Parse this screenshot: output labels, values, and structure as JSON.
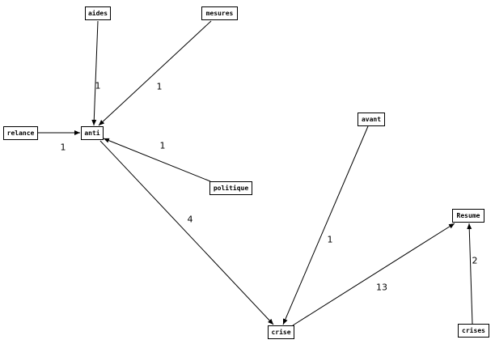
{
  "colors": {
    "stroke": "#000000",
    "background": "#ffffff"
  },
  "nodes": {
    "aides": "aides",
    "mesures": "mesures",
    "relance": "relance",
    "anti": "anti",
    "avant": "avant",
    "politique": "politique",
    "resume": "Resume",
    "crise": "crise",
    "crises": "crises"
  },
  "edges": [
    {
      "from": "aides",
      "to": "anti",
      "weight": "1"
    },
    {
      "from": "mesures",
      "to": "anti",
      "weight": "1"
    },
    {
      "from": "relance",
      "to": "anti",
      "weight": "1"
    },
    {
      "from": "politique",
      "to": "anti",
      "weight": "1"
    },
    {
      "from": "anti",
      "to": "crise",
      "weight": "4"
    },
    {
      "from": "avant",
      "to": "crise",
      "weight": "1"
    },
    {
      "from": "crise",
      "to": "resume",
      "weight": "13"
    },
    {
      "from": "crises",
      "to": "resume",
      "weight": "2"
    }
  ]
}
